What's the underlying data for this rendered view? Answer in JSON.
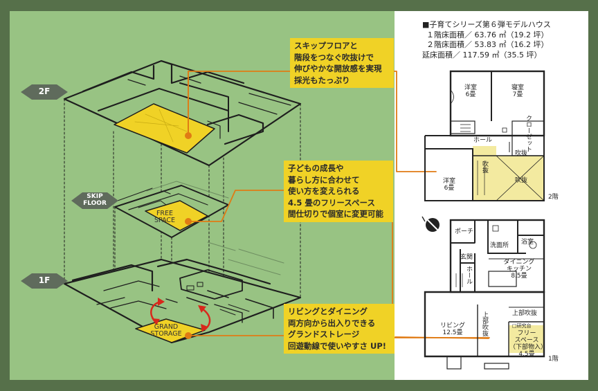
{
  "floor_labels": {
    "f2": "2F",
    "skip": [
      "SKIP",
      "FLOOR"
    ],
    "f1": "1F"
  },
  "area_labels": {
    "free_space": [
      "FREE",
      "SPACE"
    ],
    "grand_storage": [
      "GRAND",
      "STORAGE"
    ]
  },
  "notes": [
    [
      "スキップフロアと",
      "階段をつなぐ吹抜けで",
      "伸びやかな開放感を実現",
      "採光もたっぷり"
    ],
    [
      "子どもの成長や",
      "暮らし方に合わせて",
      "使い方を変えられる",
      "4.5 畳のフリースペース",
      "間仕切りで個室に変更可能"
    ],
    [
      "リビングとダイニング",
      "両方向から出入りできる",
      "グランドストレージ",
      "回遊動線で使いやすさ UP!"
    ]
  ],
  "info": {
    "title": "■子育てシリーズ第６弾モデルハウス",
    "lines": [
      "１階床面積／ 63.76 ㎡（19.2 坪）",
      "２階床面積／ 53.83 ㎡（16.2 坪）",
      "延床面積／ 117.59 ㎡（35.5 坪）"
    ]
  },
  "plan2": {
    "rooms": {
      "yoshitsu1": [
        "洋室",
        "6畳"
      ],
      "shinshitsu": [
        "寝室",
        "7畳"
      ],
      "closet": "クローゼット",
      "hall": "ホール",
      "fukinuke_a": "吹抜",
      "fukinuke_b": "吹抜",
      "fukinuke_c": "吹抜",
      "yoshitsu2": [
        "洋室",
        "6畳"
      ]
    },
    "floor": "2階"
  },
  "plan1": {
    "rooms": {
      "porch": "ポーチ",
      "genkan": "玄関",
      "senmenjo": "洗面所",
      "yokushitsu": "浴室",
      "hall": "ホール",
      "dining": [
        "ダイニング",
        "キッチン",
        "8.5畳"
      ],
      "living": [
        "リビング",
        "12.5畳"
      ],
      "upper_fukinuke": "上部吹抜",
      "upper_fukinuke_v": "上部吹抜",
      "rail": "□研究台",
      "free_space": [
        "フリー",
        "スペース",
        "（下部物入）",
        "4.5畳"
      ]
    },
    "floor": "1階"
  }
}
